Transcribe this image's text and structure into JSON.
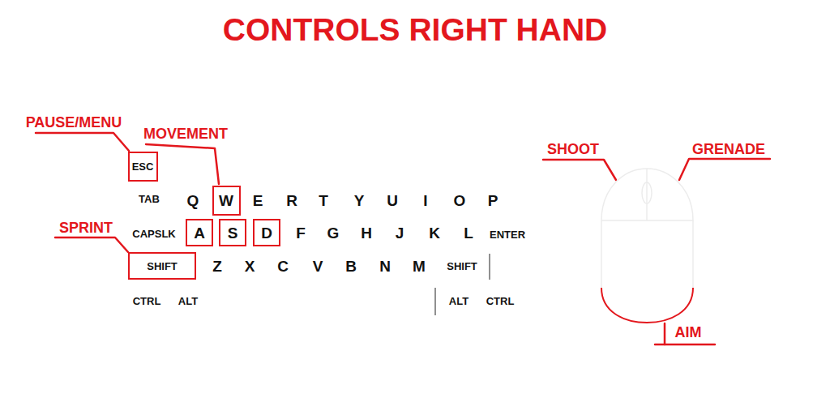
{
  "diagram": {
    "title": "CONTROLS RIGHT HAND",
    "nodes": [
      {
        "text": [
          "ESC"
        ]
      },
      {
        "text": [
          "W"
        ]
      },
      {
        "text": [
          "A"
        ]
      },
      {
        "text": [
          "S"
        ]
      },
      {
        "text": [
          "D"
        ]
      },
      {
        "text": [
          "SHIFT"
        ]
      }
    ],
    "labels": [
      "PAUSE/MENU",
      "MOVEMENT",
      "TAB",
      "Q",
      "E",
      "R",
      "T",
      "Y",
      "U",
      "I",
      "O",
      "P",
      "SPRINT",
      "CAPSLK",
      "F",
      "G",
      "H",
      "J",
      "K",
      "L",
      "ENTER",
      "Z",
      "X",
      "C",
      "V",
      "B",
      "N",
      "M",
      "SHIFT",
      "CTRL",
      "ALT",
      "ALT",
      "CTRL",
      "SHOOT",
      "GRENADE",
      "AIM"
    ]
  }
}
